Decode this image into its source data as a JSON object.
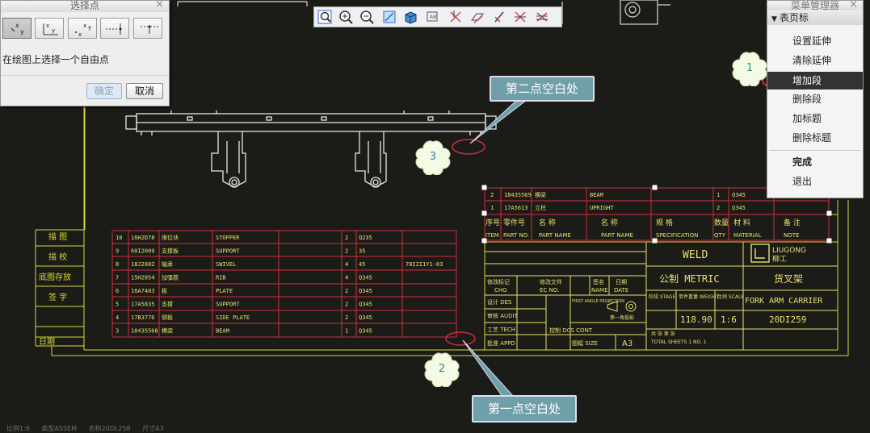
{
  "select_point_dialog": {
    "title": "选择点",
    "prompt": "在绘图上选择一个自由点",
    "ok_label": "确定",
    "cancel_label": "取消",
    "point_types": [
      "free-point-icon",
      "absolute-coord-point-icon",
      "relative-coord-point-icon",
      "on-vertex-point-icon",
      "on-entity-point-icon"
    ]
  },
  "view_toolbar": {
    "tools": [
      "zoom-window-icon",
      "zoom-in-icon",
      "zoom-out-icon",
      "repaint-icon",
      "display-style-icon",
      "view-manager-icon",
      "datum-planes-icon",
      "datum-axes-icon",
      "datum-points-icon",
      "coord-sys-icon",
      "annotations-icon"
    ]
  },
  "menu_manager": {
    "title": "菜单管理器",
    "section_label": "表页标",
    "items": [
      "设置延伸",
      "清除延伸",
      "增加段",
      "删除段",
      "加标题",
      "删除标题",
      "完成",
      "退出"
    ],
    "highlighted_index": 2
  },
  "callouts": {
    "step1_number": "1",
    "step2_number": "2",
    "step3_number": "3",
    "second_point_note": "第二点空白处",
    "first_point_note": "第一点空白处"
  },
  "side_labels": [
    "描 图",
    "描 校",
    "底图存放",
    "签 字",
    "日期"
  ],
  "bom_upper": {
    "rows": [
      {
        "item": "2",
        "code": "18435569",
        "name": "横梁",
        "eng": "BEAM",
        "qty": "1",
        "mat": "Q345",
        "note": ""
      },
      {
        "item": "1",
        "code": "17A5613",
        "name": "立柱",
        "eng": "UPRIGHT",
        "qty": "2",
        "mat": "Q345",
        "note": ""
      }
    ],
    "header_cn": [
      "序号",
      "零件号",
      "名 称",
      "名 称",
      "规 格",
      "数量",
      "材 料",
      "备 注"
    ],
    "header_en": [
      "ITEM",
      "PART NO.",
      "PART NAME",
      "PART NAME",
      "SPECIFICATION",
      "QTY",
      "MATERIAL",
      "NOTE"
    ]
  },
  "bom_lower": {
    "rows": [
      {
        "item": "10",
        "code": "16H2D78",
        "name": "限位块",
        "eng": "STOPPER",
        "qty": "2",
        "mat": "Q235",
        "note": ""
      },
      {
        "item": "9",
        "code": "60I2009",
        "name": "支撑板",
        "eng": "SUPPORT",
        "qty": "2",
        "mat": "35",
        "note": ""
      },
      {
        "item": "8",
        "code": "18J2002",
        "name": "轴承",
        "eng": "SWIVEL",
        "qty": "4",
        "mat": "45",
        "note": "78I2I1Y1-03"
      },
      {
        "item": "7",
        "code": "15H2054",
        "name": "加强筋",
        "eng": "RIB",
        "qty": "4",
        "mat": "Q345",
        "note": ""
      },
      {
        "item": "6",
        "code": "16A7403",
        "name": "板",
        "eng": "PLATE",
        "qty": "2",
        "mat": "Q345",
        "note": ""
      },
      {
        "item": "5",
        "code": "17A5835",
        "name": "支撑",
        "eng": "SUPPORT",
        "qty": "2",
        "mat": "Q345",
        "note": ""
      },
      {
        "item": "4",
        "code": "17B3776",
        "name": "侧板",
        "eng": "SIDE PLATE",
        "qty": "2",
        "mat": "Q345",
        "note": ""
      },
      {
        "item": "3",
        "code": "18435568",
        "name": "横梁",
        "eng": "BEAM",
        "qty": "1",
        "mat": "Q345",
        "note": ""
      }
    ]
  },
  "title_block": {
    "change_mark": "修改标记",
    "change_mark_en": "CHG",
    "change_doc": "修改文件",
    "change_doc_en": "EC NO.",
    "sign": "签名",
    "sign_en": "NAME",
    "date": "日期",
    "date_en": "DATE",
    "design": "设计 DES",
    "audit": "审核 AUDIT",
    "tech": "工艺 TECH",
    "approve": "批准 APPD",
    "first_angle": "FIRST ANGLE PROJECTION",
    "first_angle_cn": "第一角投影",
    "dcs_cont": "控制 DCS CONT",
    "size_label": "图幅 SIZE",
    "size": "A3",
    "weld": "WELD",
    "company": "LIUGONG",
    "company_cn": "柳工",
    "metric": "公制 METRIC",
    "part_name_cn": "货叉架",
    "part_name_en": "FORK ARM CARRIER",
    "stage_label": "阶段 STAGE",
    "weight_label": "单件重量 WEIGHT",
    "scale_label": "比例 SCALE",
    "weight": "118.90",
    "scale": "1:6",
    "drawing_no": "20DI259",
    "sheets_label": "共 张 第 张",
    "sheets_en": "TOTAL SHEETS 1 NO. 1"
  },
  "status_bar": [
    "比例1:6",
    "类型ASSEM",
    "名称20DL258",
    "尺寸A3"
  ]
}
